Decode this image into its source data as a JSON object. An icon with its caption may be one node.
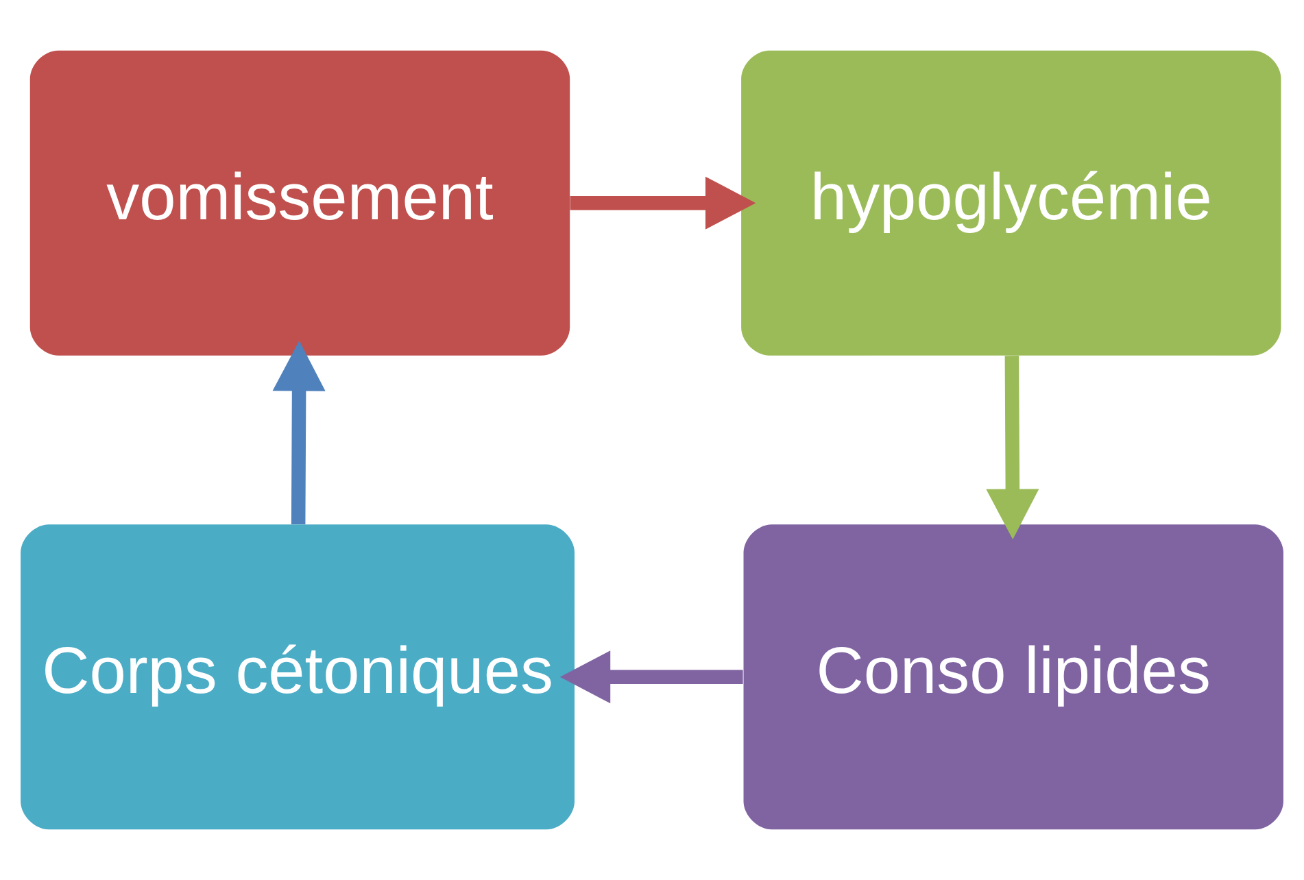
{
  "diagram": {
    "nodes": [
      {
        "text": [
          "vomissement"
        ]
      },
      {
        "text": [
          "hypoglycémie"
        ]
      },
      {
        "text": [
          "Conso lipides"
        ]
      },
      {
        "text": [
          "Corps cétoniques"
        ]
      }
    ],
    "edges": [
      {
        "from": 0,
        "to": 1,
        "arrow": "to",
        "color": "#c0504d"
      },
      {
        "from": 1,
        "to": 2,
        "arrow": "to",
        "color": "#9bbb59"
      },
      {
        "from": 2,
        "to": 3,
        "arrow": "to",
        "color": "#8064a2"
      },
      {
        "from": 3,
        "to": 0,
        "arrow": "to",
        "color": "#4f81bd"
      }
    ]
  }
}
